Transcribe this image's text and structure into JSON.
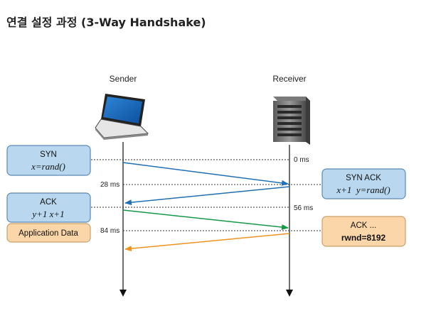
{
  "title": "연결 설정 과정 (3-Way Handshake)",
  "actors": {
    "sender": "Sender",
    "receiver": "Receiver"
  },
  "time_marks": {
    "t0": "0 ms",
    "t28": "28 ms",
    "t56": "56 ms",
    "t84": "84 ms"
  },
  "messages": {
    "syn": {
      "label": "SYN",
      "detail": "x=rand()"
    },
    "syn_ack": {
      "label": "SYN ACK",
      "detail": "x+1  y=rand()"
    },
    "ack": {
      "label": "ACK",
      "detail": "y+1  x+1"
    },
    "application_data": {
      "label": "Application Data"
    },
    "ack_rwnd": {
      "label": "ACK ...",
      "detail": "rwnd=8192"
    }
  },
  "colors": {
    "blue_box_fill": "#b9d8f0",
    "blue_box_stroke": "#5b89b4",
    "orange_box_fill": "#fbd6a8",
    "orange_box_stroke": "#c9a06c",
    "arrow_blue": "#1f6fb5",
    "arrow_green": "#159848",
    "arrow_orange": "#f0931e"
  }
}
